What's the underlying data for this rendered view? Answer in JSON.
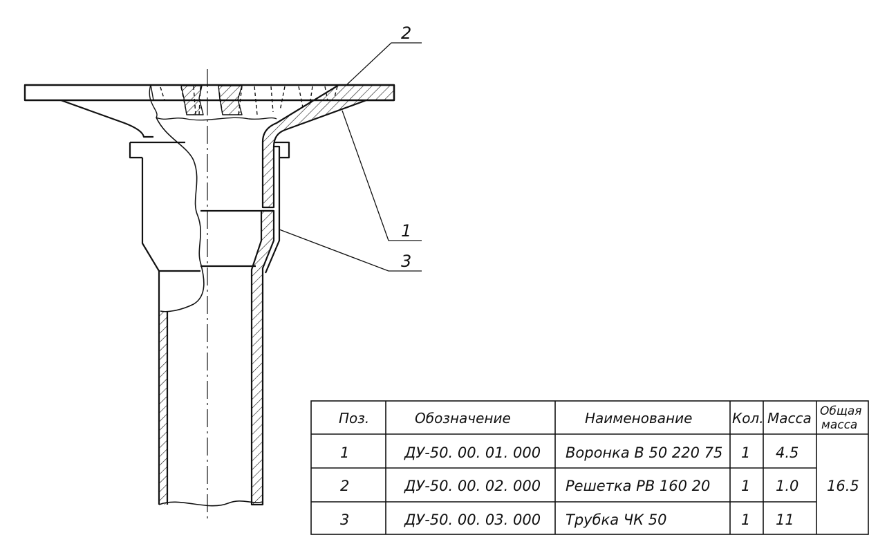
{
  "callouts": {
    "part_1": "1",
    "part_2": "2",
    "part_3": "3"
  },
  "spec_table": {
    "headers": {
      "pos": "Поз.",
      "designation": "Обозначение",
      "name": "Наименование",
      "qty": "Кол.",
      "mass": "Масса",
      "total_mass_line1": "Общая",
      "total_mass_line2": "масса"
    },
    "rows": [
      {
        "pos": "1",
        "designation": "ДУ-50. 00. 01. 000",
        "name": "Воронка В 50 220 75",
        "qty": "1",
        "mass": "4.5"
      },
      {
        "pos": "2",
        "designation": "ДУ-50. 00. 02. 000",
        "name": "Решетка РВ 160 20",
        "qty": "1",
        "mass": "1.0"
      },
      {
        "pos": "3",
        "designation": "ДУ-50. 00. 03. 000",
        "name": "Трубка ЧК 50",
        "qty": "1",
        "mass": "11"
      }
    ],
    "total_mass": "16.5"
  }
}
